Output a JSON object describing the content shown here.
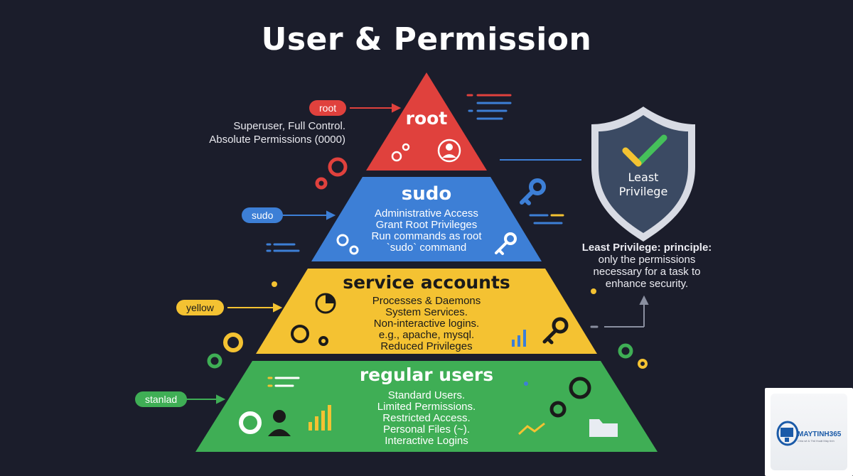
{
  "title": "User & Permission",
  "colors": {
    "background": "#1b1d2b",
    "root": "#e0413d",
    "sudo": "#3d7fd6",
    "service": "#f4c232",
    "regular": "#3fae55",
    "shield": "#3b4a63"
  },
  "tiers": {
    "root": {
      "pill": "root",
      "title": "root",
      "side_lines": [
        "Superuser, Full Control.",
        "Absolute Permissions (0000)"
      ],
      "icons": [
        "gears-icon",
        "user-circle-icon"
      ]
    },
    "sudo": {
      "pill": "sudo",
      "title": "sudo",
      "lines": [
        "Administrative Access",
        "Grant Root Privileges",
        "Run commands as root",
        "`sudo` command"
      ],
      "icons": [
        "gears-icon",
        "key-icon"
      ]
    },
    "service": {
      "pill": "yellow",
      "title": "service accounts",
      "lines": [
        "Processes & Daemons",
        "System Services.",
        "Non-interactive logins.",
        "e.g., apache, mysql.",
        "Reduced Privileges"
      ],
      "icons": [
        "pie-chart-icon",
        "gears-icon",
        "bar-chart-icon",
        "key-icon"
      ]
    },
    "regular": {
      "pill": "stanlad",
      "title": "regular users",
      "lines": [
        "Standard Users.",
        "Limited Permissions.",
        "Restricted Access.",
        "Personal Files (~).",
        "Interactive Logins"
      ],
      "icons": [
        "gear-icon",
        "user-icon",
        "bar-chart-icon",
        "line-chart-icon",
        "gears-icon",
        "folder-icon"
      ]
    }
  },
  "shield": {
    "label_lines": [
      "Least",
      "Privilege"
    ],
    "icon": "checkmark-icon"
  },
  "least_privilege": {
    "lines": [
      "Least Privilege: principle:",
      "only the permissions",
      "necessary for a task to",
      "enhance security."
    ]
  },
  "logo": {
    "name": "MAYTINH365",
    "tagline": "Chia sẻ & Thủ thuật Máy tính"
  }
}
